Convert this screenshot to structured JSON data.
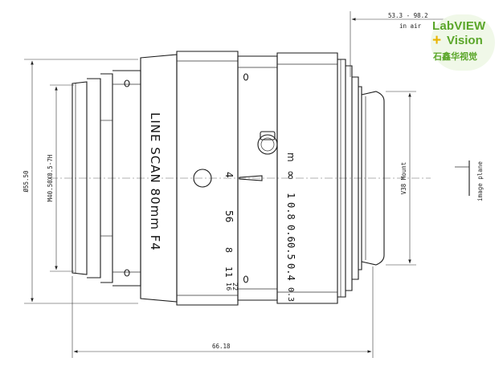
{
  "dimensions": {
    "flange_distance": "53.3 - 98.2",
    "flange_medium": "in air",
    "outer_diameter": "Ø55.50",
    "filter_thread": "M40.50X0.5-7H",
    "mount": "V38 Mount",
    "image_plane": "image plane",
    "total_length": "66.18"
  },
  "lens_markings": {
    "name": "LINE SCAN 80mm F4",
    "aperture_scale": [
      "4",
      "56",
      "8",
      "11",
      "16",
      "22"
    ],
    "focus_unit": "m",
    "focus_infinity": "∞",
    "focus_scale": [
      "1",
      "0.8",
      "0.6",
      "0.5",
      "0.4",
      "0.3"
    ]
  },
  "watermark": {
    "line1": "LabVIEW",
    "plus": "+",
    "line2": "Vision",
    "line3": "石鑫华视觉"
  }
}
